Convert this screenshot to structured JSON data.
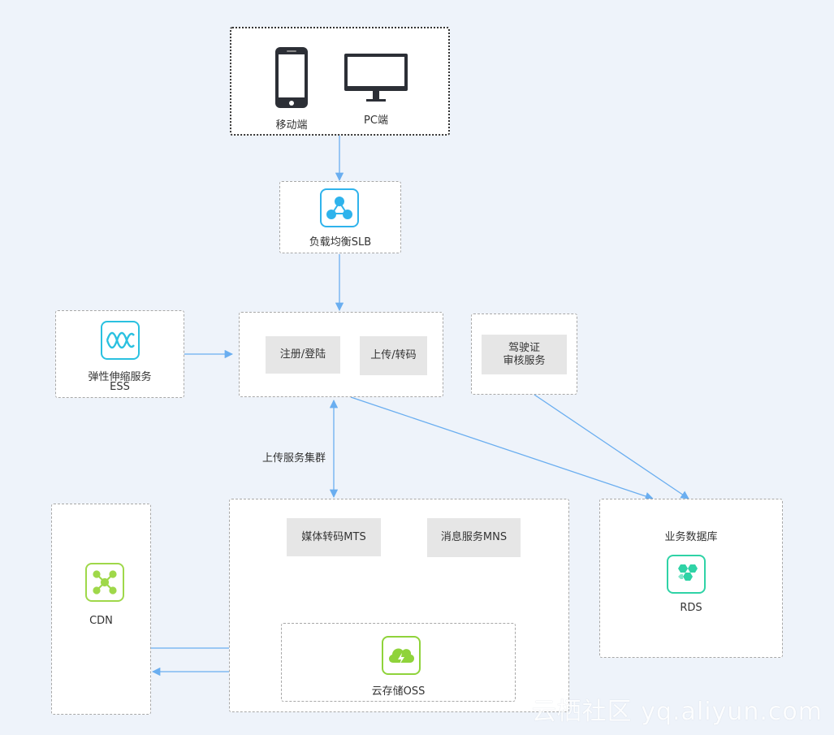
{
  "clients": {
    "mobile_label": "移动端",
    "pc_label": "PC端"
  },
  "slb": {
    "label": "负载均衡SLB"
  },
  "ess": {
    "line1": "弹性伸缩服务",
    "line2": "ESS"
  },
  "upload_cluster": {
    "register_login": "注册/登陆",
    "upload_transcode": "上传/转码",
    "caption": "上传服务集群"
  },
  "license_review": {
    "line1": "驾驶证",
    "line2": "审核服务"
  },
  "cdn": {
    "label": "CDN"
  },
  "mts": {
    "label": "媒体转码MTS"
  },
  "mns": {
    "label": "消息服务MNS"
  },
  "oss": {
    "label": "云存储OSS"
  },
  "business_db": {
    "title": "业务数据库",
    "rds_label": "RDS"
  },
  "colors": {
    "arrow": "#6aaef0",
    "slb_icon": "#2fb3ec",
    "ess_icon": "#2ac1e0",
    "cdn_icon": "#9fd84a",
    "oss_icon": "#8fd33b",
    "rds_icon": "#2fd3a6"
  },
  "watermark": "云栖社区 yq.aliyun.com"
}
